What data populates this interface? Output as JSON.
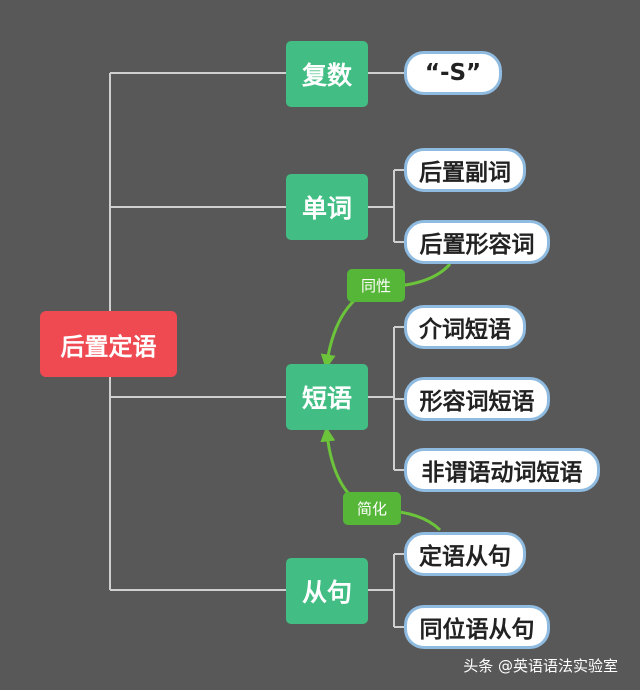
{
  "root": {
    "label": "后置定语"
  },
  "categories": {
    "plural": {
      "label": "复数",
      "items": [
        "“-S”"
      ]
    },
    "word": {
      "label": "单词",
      "items": [
        "后置副词",
        "后置形容词"
      ]
    },
    "phrase": {
      "label": "短语",
      "items": [
        "介词短语",
        "形容词短语",
        "非谓语动词短语"
      ]
    },
    "clause": {
      "label": "从句",
      "items": [
        "定语从句",
        "同位语从句"
      ]
    }
  },
  "relations": {
    "same_nature": "同性",
    "simplify": "简化"
  },
  "watermark": "头条 @英语语法实验室",
  "colors": {
    "background": "#585858",
    "root": "#ef4a52",
    "category": "#42be84",
    "leaf_border": "#8fbbe0",
    "relation": "#55b638",
    "line": "#cfcfcf"
  }
}
